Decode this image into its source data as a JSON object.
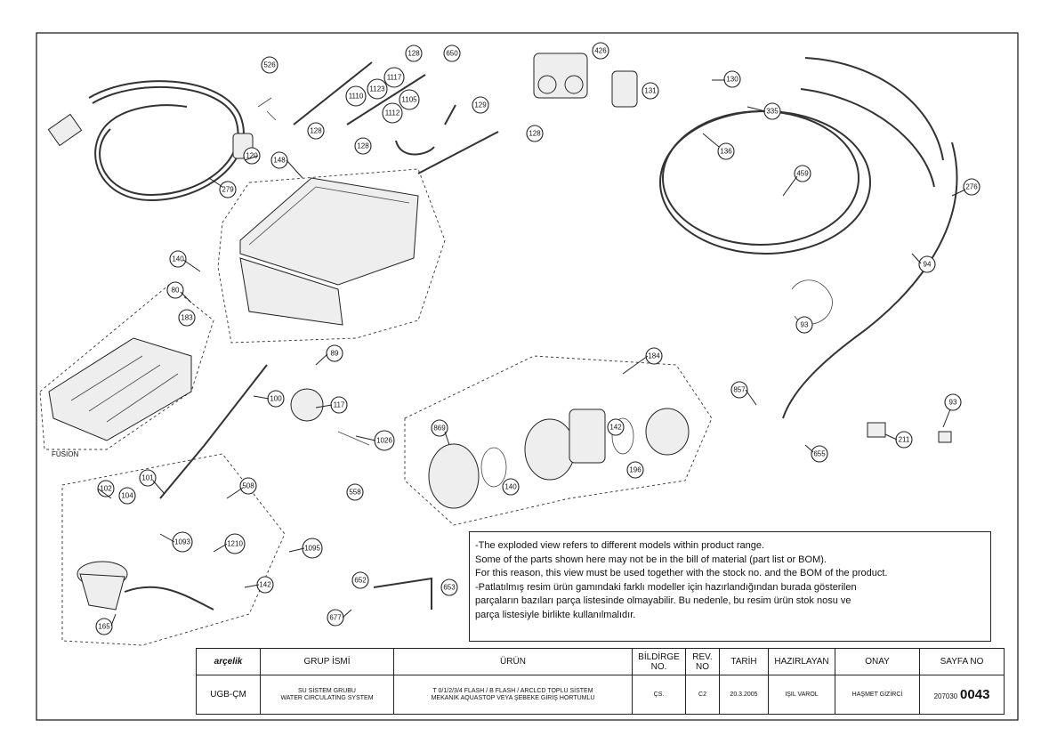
{
  "drawing": {
    "callouts": [
      "526",
      "128",
      "1117",
      "650",
      "426",
      "131",
      "1110",
      "1123",
      "1105",
      "1112",
      "128",
      "128",
      "129",
      "128",
      "120",
      "279",
      "148",
      "136",
      "130",
      "335",
      "459",
      "276",
      "94",
      "93",
      "140",
      "80",
      "183",
      "89",
      "100",
      "117",
      "1026",
      "184",
      "869",
      "140",
      "142",
      "196",
      "102",
      "104",
      "101",
      "1093",
      "508",
      "558",
      "1210",
      "1095",
      "142",
      "652",
      "653",
      "677",
      "165",
      "857",
      "655",
      "211",
      "93"
    ],
    "fusion_label": "FUSION"
  },
  "note": {
    "lines": [
      "-The exploded view refers to different models within product range.",
      "Some of the parts shown here may not be in the bill of material (part list or BOM).",
      "For this reason, this view must be used together with the stock no. and the BOM of the product.",
      "-Patlatılmış resim ürün gamındaki farklı modeller için hazırlandığından burada gösterilen",
      "parçaların bazıları parça listesinde olmayabilir. Bu nedenle, bu resim ürün stok nosu ve",
      "parça listesiyle birlikte kullanılmalıdır."
    ]
  },
  "title_block": {
    "logo": "arçelik",
    "headers": {
      "group": "GRUP İSMİ",
      "product": "ÜRÜN",
      "notice": "BİLDİRGE NO.",
      "rev": "REV. NO",
      "date": "TARİH",
      "prepared": "HAZIRLAYAN",
      "approval": "ONAY",
      "page": "SAYFA NO"
    },
    "values": {
      "code": "UGB-ÇM",
      "group_line1": "SU SİSTEM GRUBU",
      "group_line2": "WATER CIRCULATING SYSTEM",
      "product_line1": "T 0/1/2/3/4 FLASH / B FLASH / ARCLCD TOPLU SİSTEM",
      "product_line2": "MEKANİK AQUASTOP VEYA ŞEBEKE GİRİŞ HORTUMLU",
      "notice": "ÇS.",
      "rev": "C2",
      "date": "20.3.2005",
      "prepared": "IŞIL VAROL",
      "approval": "HAŞMET GİZİRCİ",
      "page_prefix": "207030",
      "page_number": "0043"
    }
  }
}
